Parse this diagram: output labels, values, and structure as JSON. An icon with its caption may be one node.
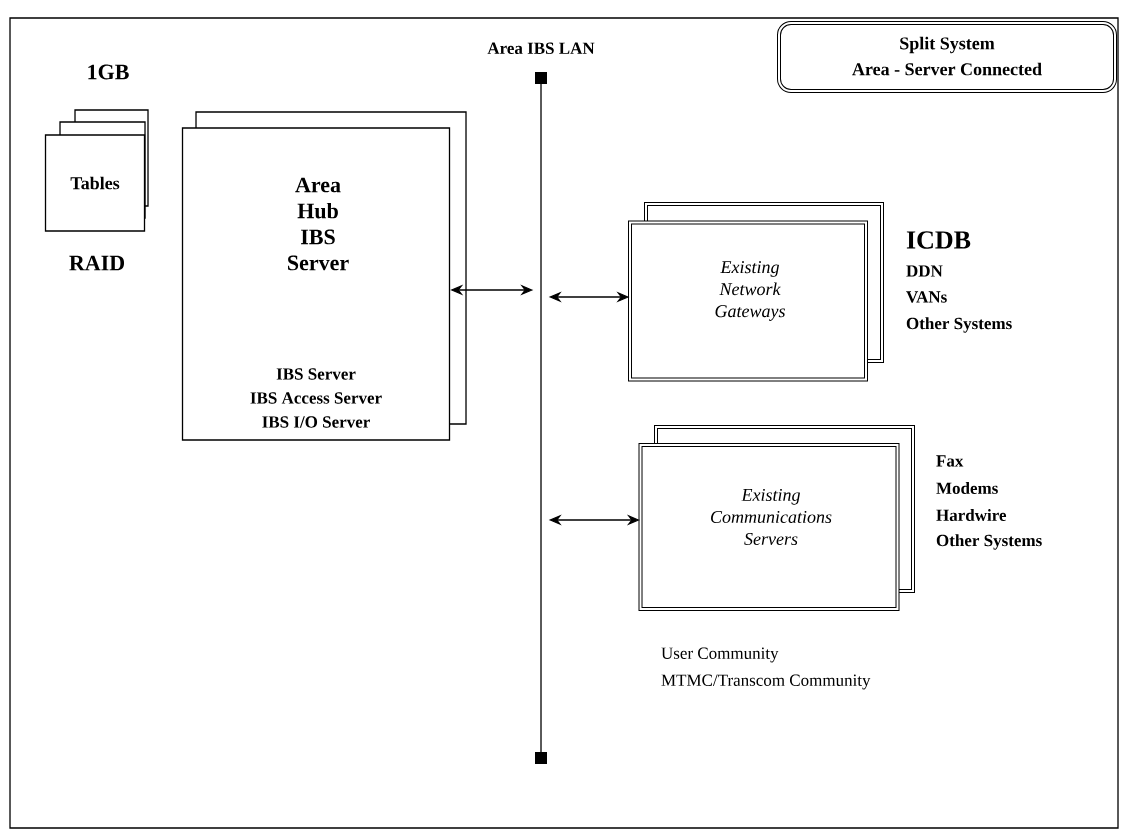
{
  "diagram": {
    "nodes": [
      {
        "text": [
          "Split System",
          "Area - Server Connected"
        ]
      },
      {
        "text": [
          "Tables"
        ],
        "beside": [
          "1GB",
          "RAID"
        ]
      },
      {
        "text": [
          "Area Hub IBS Server",
          "IBS Server",
          "IBS Access Server",
          "IBS I/O Server"
        ]
      },
      {
        "text": [
          "Area IBS LAN"
        ]
      },
      {
        "text": [
          "Existing Network Gateways"
        ],
        "beside": [
          "ICDB",
          "DDN",
          "VANs",
          "Other Systems"
        ]
      },
      {
        "text": [
          "Existing Communications Servers"
        ],
        "beside": [
          "Fax",
          "Modems",
          "Hardwire",
          "Other Systems"
        ]
      }
    ],
    "edges": [
      {
        "from": 2,
        "to": 3,
        "arrow": "both"
      },
      {
        "from": 3,
        "to": 4,
        "arrow": "both"
      },
      {
        "from": 3,
        "to": 5,
        "arrow": "both"
      }
    ],
    "labels": [
      "User Community",
      "MTMC/Transcom Community"
    ]
  }
}
